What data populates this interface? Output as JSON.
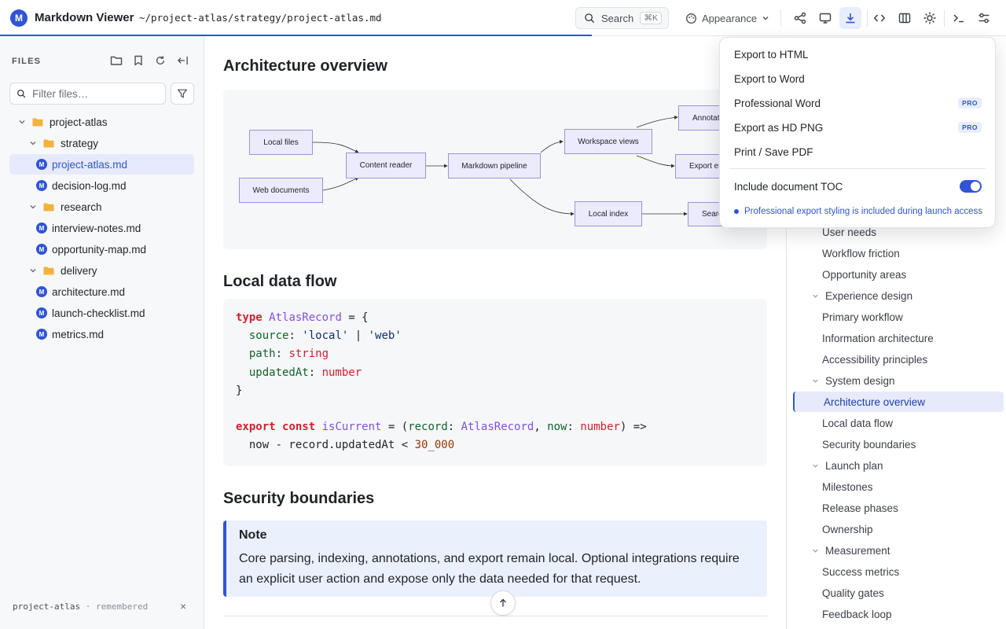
{
  "app": {
    "logo_letter": "M",
    "title": "Markdown Viewer",
    "path": "~/project-atlas/strategy/project-atlas.md"
  },
  "toolbar": {
    "search_label": "Search",
    "search_shortcut": "⌘K",
    "appearance_label": "Appearance",
    "active_tool": "export",
    "accent": "#2f55d4"
  },
  "sidebar": {
    "label": "FILES",
    "filter_placeholder": "Filter files…",
    "tree": [
      {
        "label": "project-atlas",
        "kind": "folder",
        "depth": 0
      },
      {
        "label": "strategy",
        "kind": "folder",
        "depth": 1
      },
      {
        "label": "project-atlas.md",
        "kind": "file",
        "depth": 2,
        "selected": true
      },
      {
        "label": "decision-log.md",
        "kind": "file",
        "depth": 2
      },
      {
        "label": "research",
        "kind": "folder",
        "depth": 1
      },
      {
        "label": "interview-notes.md",
        "kind": "file",
        "depth": 2
      },
      {
        "label": "opportunity-map.md",
        "kind": "file",
        "depth": 2
      },
      {
        "label": "delivery",
        "kind": "folder",
        "depth": 1
      },
      {
        "label": "architecture.md",
        "kind": "file",
        "depth": 2
      },
      {
        "label": "launch-checklist.md",
        "kind": "file",
        "depth": 2
      },
      {
        "label": "metrics.md",
        "kind": "file",
        "depth": 2
      }
    ],
    "remembered_name": "project-atlas",
    "remembered_suffix": "· remembered",
    "remembered_close": "×"
  },
  "content": {
    "section1_title": "Architecture overview",
    "diagram": {
      "nodes": [
        "Local files",
        "Web documents",
        "Content reader",
        "Markdown pipeline",
        "Workspace views",
        "Annotat",
        "Export en",
        "Local index",
        "Searc"
      ]
    },
    "section2_title": "Local data flow",
    "code": {
      "l1_kw": "type",
      "l1_type": "AtlasRecord",
      "l1_rest": " = {",
      "l2_prop": "source",
      "l2_s1": "'local'",
      "l2_s2": "'web'",
      "l3_prop": "path",
      "l3_type": "string",
      "l4_prop": "updatedAt",
      "l4_type": "number",
      "l5": "}",
      "l7_kw1": "export",
      "l7_kw2": "const",
      "l7_fn": "isCurrent",
      "l7_p1": "record",
      "l7_t1": "AtlasRecord",
      "l7_p2": "now",
      "l7_t2": "number",
      "l8_expr": "now - record.updatedAt < ",
      "l8_num": "30_000"
    },
    "section3_title": "Security boundaries",
    "note": {
      "title": "Note",
      "body": "Core parsing, indexing, annotations, and export remain local. Optional integrations require an explicit user action and expose only the data needed for that request."
    }
  },
  "toc": {
    "rows": [
      {
        "label": "User needs",
        "kind": "item"
      },
      {
        "label": "Workflow friction",
        "kind": "item"
      },
      {
        "label": "Opportunity areas",
        "kind": "item"
      },
      {
        "label": "Experience design",
        "kind": "group"
      },
      {
        "label": "Primary workflow",
        "kind": "item"
      },
      {
        "label": "Information architecture",
        "kind": "item"
      },
      {
        "label": "Accessibility principles",
        "kind": "item"
      },
      {
        "label": "System design",
        "kind": "group"
      },
      {
        "label": "Architecture overview",
        "kind": "item",
        "active": true
      },
      {
        "label": "Local data flow",
        "kind": "item"
      },
      {
        "label": "Security boundaries",
        "kind": "item"
      },
      {
        "label": "Launch plan",
        "kind": "group"
      },
      {
        "label": "Milestones",
        "kind": "item"
      },
      {
        "label": "Release phases",
        "kind": "item"
      },
      {
        "label": "Ownership",
        "kind": "item"
      },
      {
        "label": "Measurement",
        "kind": "group"
      },
      {
        "label": "Success metrics",
        "kind": "item"
      },
      {
        "label": "Quality gates",
        "kind": "item"
      },
      {
        "label": "Feedback loop",
        "kind": "item"
      }
    ]
  },
  "export_menu": {
    "items": [
      {
        "label": "Export to HTML"
      },
      {
        "label": "Export to Word"
      },
      {
        "label": "Professional Word",
        "badge": "PRO"
      },
      {
        "label": "Export as HD PNG",
        "badge": "PRO"
      },
      {
        "label": "Print / Save PDF"
      }
    ],
    "toc_toggle_label": "Include document TOC",
    "toc_toggle_on": true,
    "hint": "Professional export styling is included during launch access"
  }
}
